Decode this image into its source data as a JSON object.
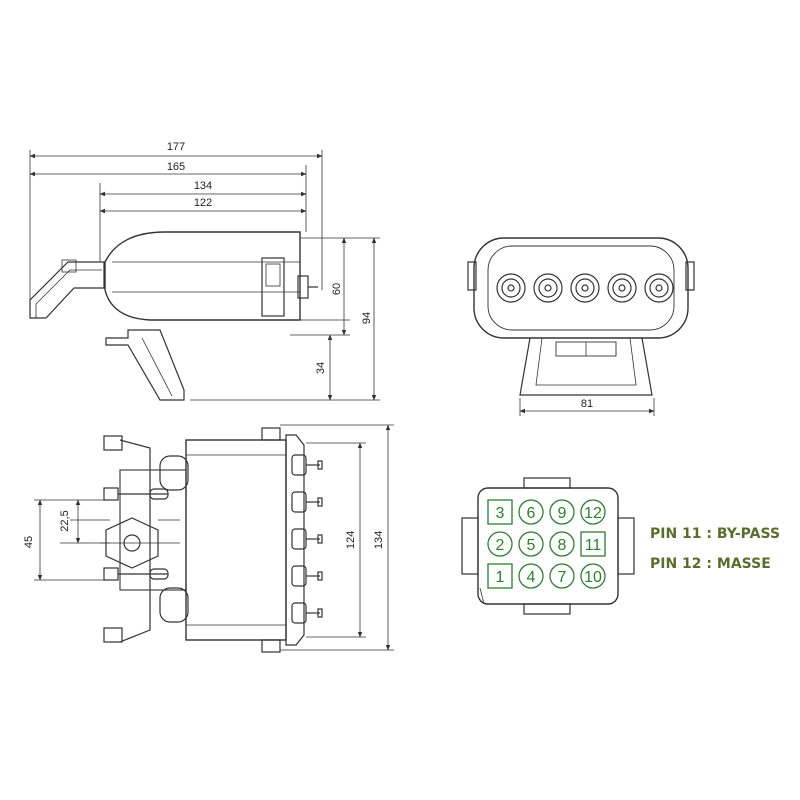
{
  "dimensions": {
    "side_view": {
      "overall_length": "177",
      "length_165": "165",
      "body_length_134": "134",
      "body_length_122": "122",
      "height_60": "60",
      "height_94": "94",
      "height_34": "34"
    },
    "front_view": {
      "width_81": "81"
    },
    "top_view": {
      "spacing_22_5": "22,5",
      "spacing_45": "45",
      "width_124": "124",
      "width_134": "134"
    }
  },
  "connector": {
    "pins": [
      {
        "label": "3",
        "shape": "square"
      },
      {
        "label": "6",
        "shape": "circle"
      },
      {
        "label": "9",
        "shape": "circle"
      },
      {
        "label": "12",
        "shape": "circle"
      },
      {
        "label": "2",
        "shape": "circle"
      },
      {
        "label": "5",
        "shape": "circle"
      },
      {
        "label": "8",
        "shape": "circle"
      },
      {
        "label": "11",
        "shape": "square"
      },
      {
        "label": "1",
        "shape": "square"
      },
      {
        "label": "4",
        "shape": "circle"
      },
      {
        "label": "7",
        "shape": "circle"
      },
      {
        "label": "10",
        "shape": "circle"
      }
    ],
    "pin_color": "#2e7d32"
  },
  "legend": {
    "pin11": "PIN 11 : BY-PASS",
    "pin12": "PIN 12 : MASSE",
    "color": "#5c6b2e"
  }
}
